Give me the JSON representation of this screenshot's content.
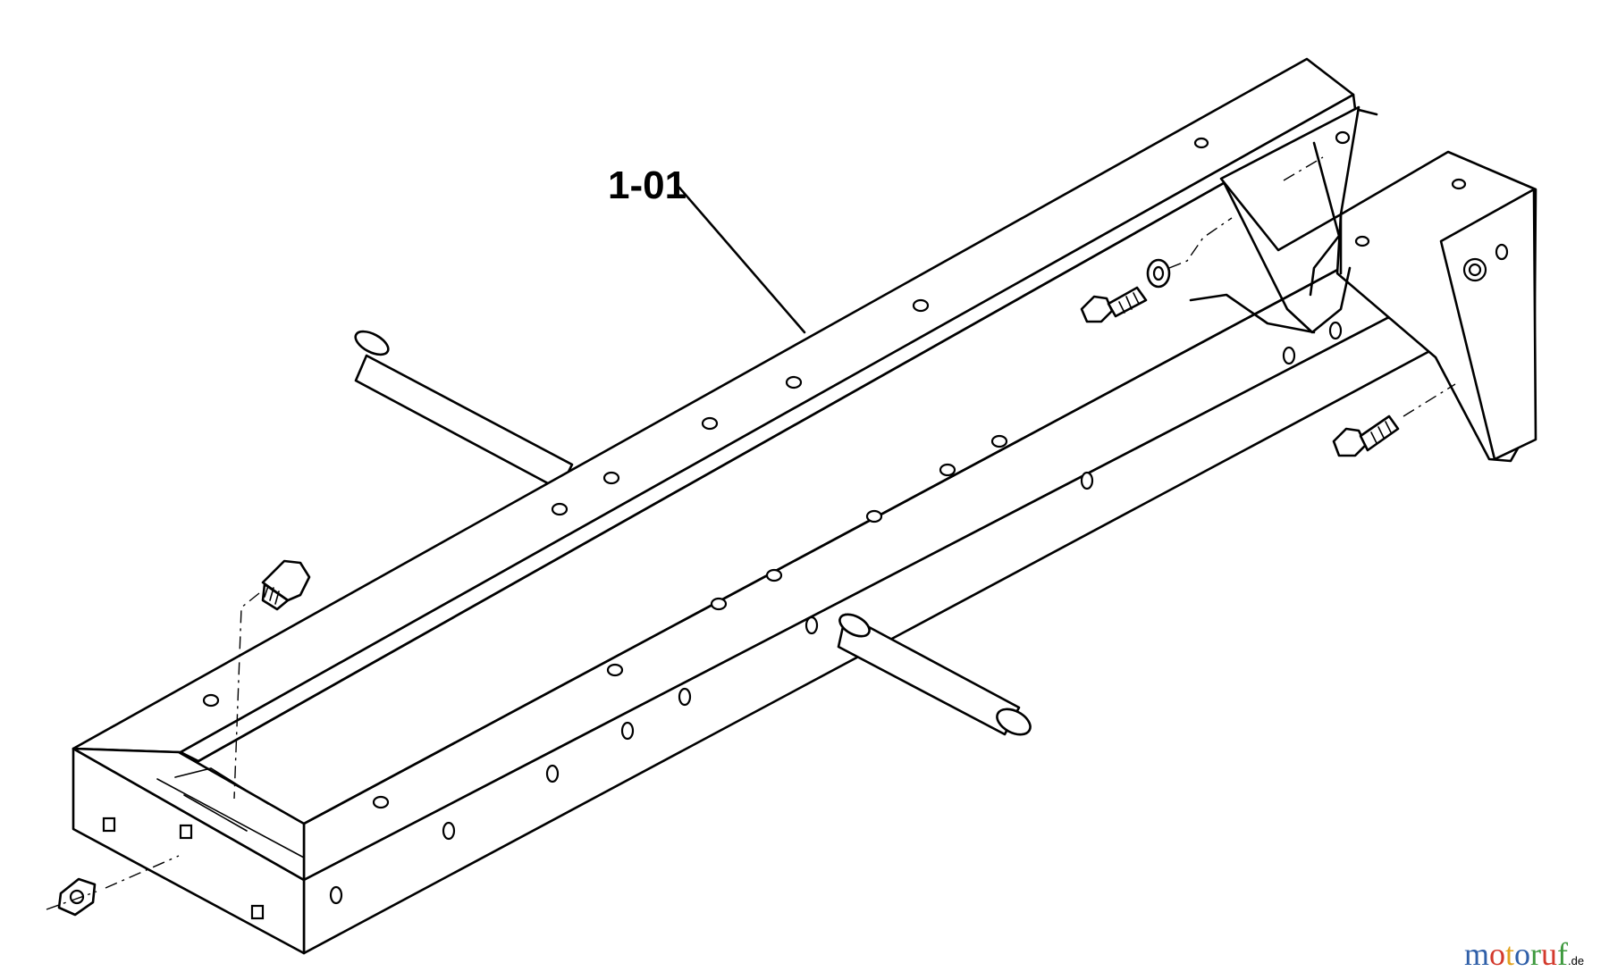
{
  "callout": {
    "label": "1-01"
  },
  "watermark": {
    "letters": [
      "m",
      "o",
      "t",
      "o",
      "r",
      "u",
      "f"
    ],
    "colors": [
      "#2f5fa8",
      "#d33a2c",
      "#e2a21e",
      "#2f5fa8",
      "#3f9a3f",
      "#d33a2c",
      "#3f9a3f"
    ],
    "suffix": ".de"
  }
}
